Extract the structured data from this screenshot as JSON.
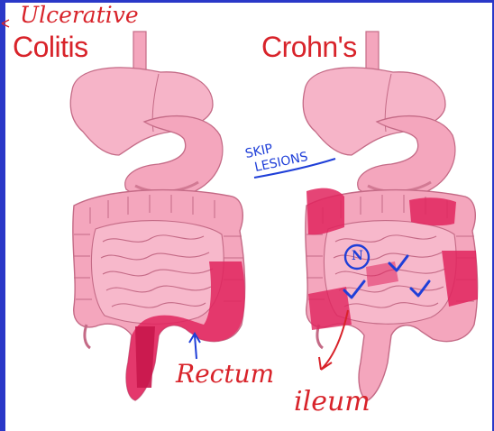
{
  "annotation_top": "Ulcerative",
  "left_title": "Colitis",
  "right_title": "Crohn's",
  "annotation_skip": [
    "SKIP",
    "LESIONS"
  ],
  "annotation_rectum": "Rectum",
  "annotation_ileum": "ileum",
  "annotation_circle": "N",
  "colors": {
    "title_red": "#d8232a",
    "handwriting_red": "#d8232a",
    "handwriting_blue": "#1f3fd8",
    "organ_pink": "#f4a6bd",
    "organ_outline": "#c46a86",
    "inflamed": "#e0245e",
    "frame": "#2a38c8"
  }
}
